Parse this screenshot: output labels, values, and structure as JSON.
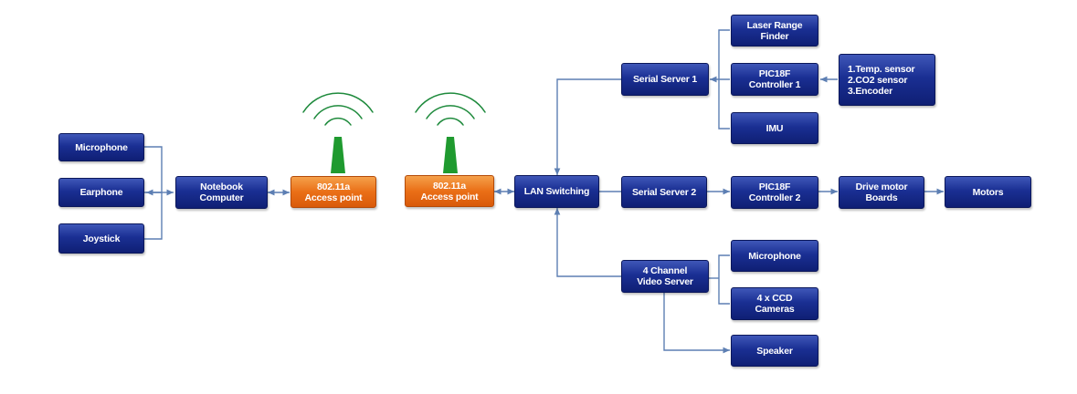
{
  "nodes": {
    "microphone_left": "Microphone",
    "earphone": "Earphone",
    "joystick": "Joystick",
    "notebook": "Notebook\nComputer",
    "ap_left": "802.11a\nAccess point",
    "ap_right": "802.11a\nAccess point",
    "lan": "LAN Switching",
    "serial1": "Serial Server 1",
    "serial2": "Serial Server 2",
    "laser": "Laser Range\nFinder",
    "pic1": "PIC18F\nController 1",
    "sensors": "1.Temp. sensor\n2.CO2 sensor\n3.Encoder",
    "imu": "IMU",
    "pic2": "PIC18F\nController 2",
    "drive": "Drive motor\nBoards",
    "motors": "Motors",
    "video": "4 Channel\nVideo Server",
    "microphone_right": "Microphone",
    "cameras": "4 x CCD\nCameras",
    "speaker": "Speaker"
  },
  "colors": {
    "node_blue": "#1a2f93",
    "access_point_orange": "#ea6f17",
    "antenna_green": "#1f9a2f",
    "signal_arc": "#1e8a3c",
    "connector": "#5d7fb3"
  },
  "icons": [
    "wifi-antenna-icon",
    "wifi-antenna-icon"
  ]
}
